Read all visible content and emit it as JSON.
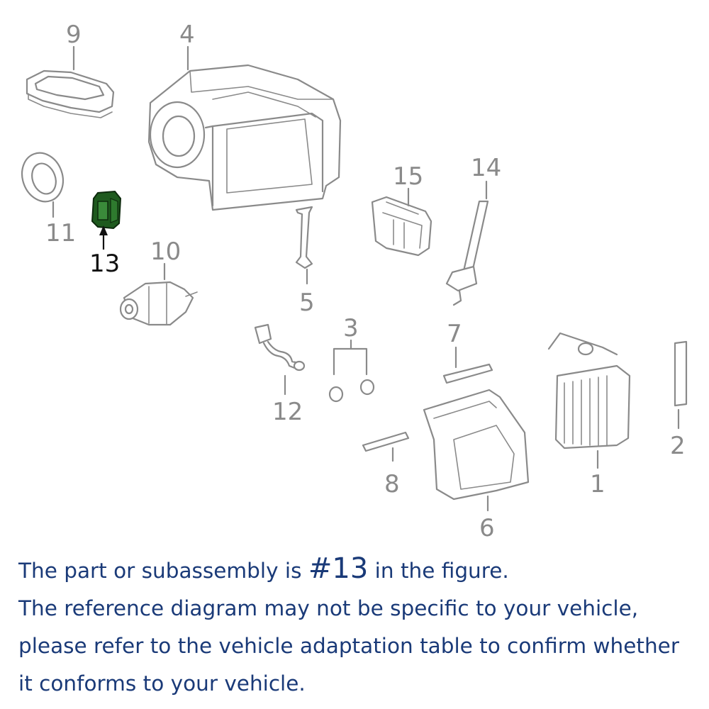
{
  "diagram": {
    "callouts": [
      "1",
      "2",
      "3",
      "4",
      "5",
      "6",
      "7",
      "8",
      "9",
      "10",
      "11",
      "12",
      "13",
      "14",
      "15"
    ],
    "highlighted_part": "13",
    "highlight_color": "#1e5a1e",
    "line_color": "#8a8a8a"
  },
  "caption": {
    "line1_prefix": "The part or subassembly is ",
    "line1_number": "#13",
    "line1_suffix": " in the figure.",
    "line2": "The reference diagram may not be specific to your vehicle,",
    "line3": "please refer to the vehicle adaptation table to confirm whether",
    "line4": "it conforms to your vehicle.",
    "color": "#1a3a78"
  }
}
